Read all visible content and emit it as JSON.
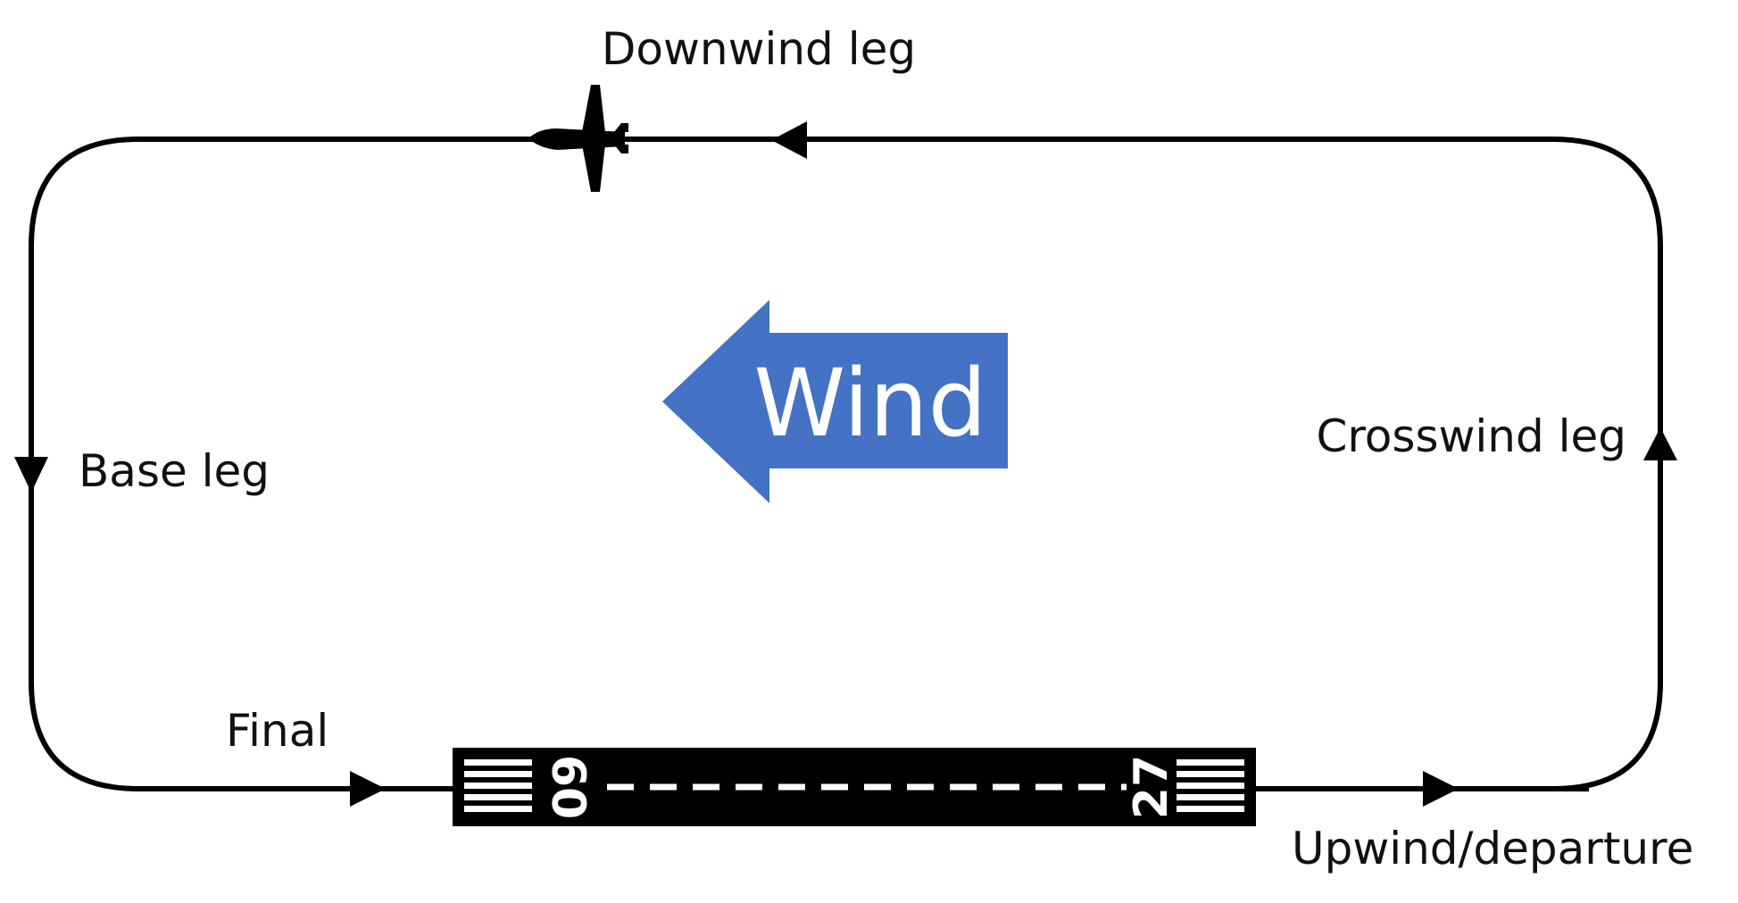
{
  "labels": {
    "downwind": "Downwind leg",
    "base": "Base leg",
    "crosswind": "Crosswind leg",
    "final": "Final",
    "upwind": "Upwind/departure",
    "wind": "Wind"
  },
  "runway": {
    "left_number": "09",
    "right_number": "27"
  },
  "colors": {
    "wind_arrow": "#4472C4",
    "pattern_line": "#000000",
    "runway": "#000000",
    "runway_markings": "#ffffff"
  },
  "icons": {
    "aircraft": "airplane-icon",
    "wind": "wind-arrow"
  }
}
